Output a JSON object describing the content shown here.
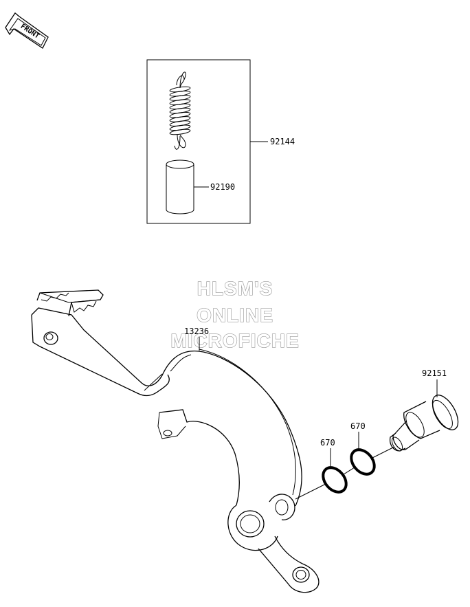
{
  "direction_badge": {
    "text": "FRONT"
  },
  "watermark": {
    "line1": "HLSM'S",
    "line2": "ONLINE",
    "line3": "MICROFICHE"
  },
  "parts": [
    {
      "number": "92144",
      "name": "spring-set"
    },
    {
      "number": "92190",
      "name": "collar"
    },
    {
      "number": "13236",
      "name": "brake-pedal"
    },
    {
      "number": "92151",
      "name": "pivot-bolt"
    },
    {
      "number": "670",
      "name": "o-ring-outer"
    },
    {
      "number": "670",
      "name": "o-ring-inner"
    }
  ]
}
